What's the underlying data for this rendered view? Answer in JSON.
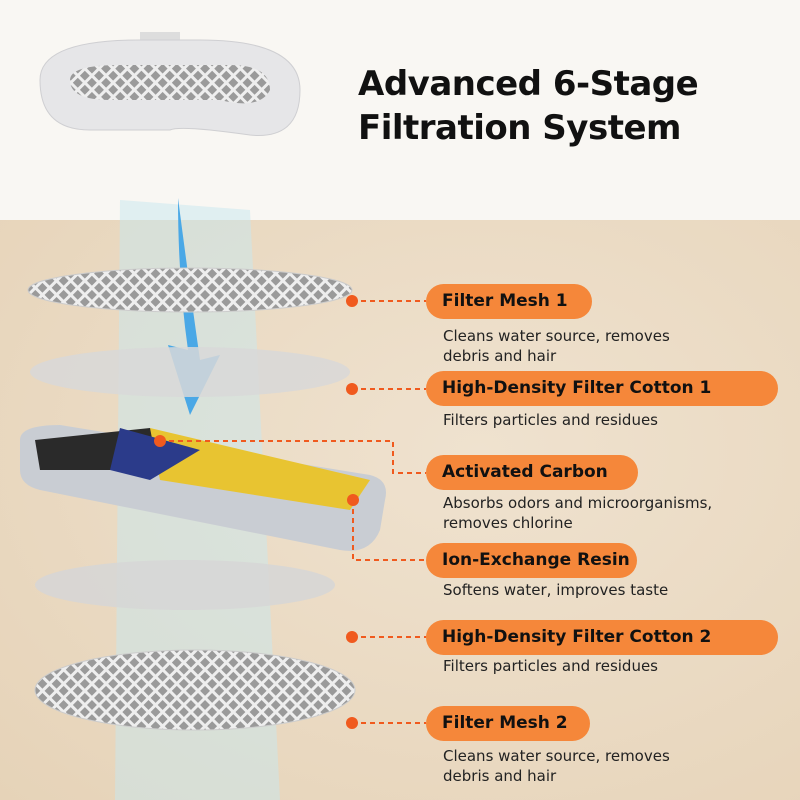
{
  "title_line1": "Advanced 6-Stage",
  "title_line2": "Filtration System",
  "stages": [
    {
      "label": "Filter Mesh 1",
      "desc1": "Cleans water source, removes",
      "desc2": "debris and hair"
    },
    {
      "label": "High-Density Filter Cotton 1",
      "desc1": "Filters particles and residues"
    },
    {
      "label": "Activated Carbon",
      "desc1": "Absorbs odors and microorganisms,",
      "desc2": "removes chlorine"
    },
    {
      "label": "Ion-Exchange Resin",
      "desc1": "Softens water, improves taste"
    },
    {
      "label": "High-Density Filter Cotton 2",
      "desc1": "Filters particles and residues"
    },
    {
      "label": "Filter Mesh 2",
      "desc1": "Cleans water source, removes",
      "desc2": "debris and hair"
    }
  ],
  "colors": {
    "accent": "#f5873a",
    "line": "#f05a1e"
  }
}
